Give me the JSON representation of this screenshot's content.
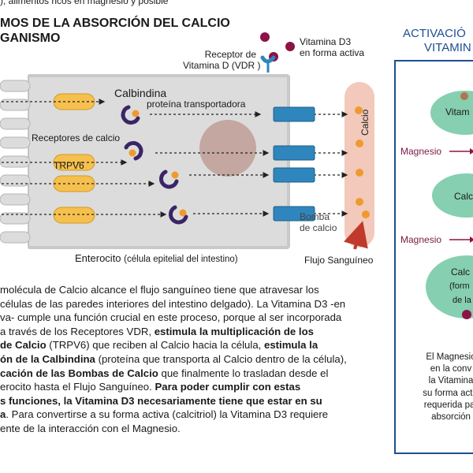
{
  "top_strip": "), alimentos ricos en magnesio y posible",
  "title": {
    "line1": "MOS DE LA ABSORCIÓN DEL CALCIO",
    "line2": "GANISMO"
  },
  "diagram": {
    "vitamin_d3": {
      "line1": "Vitamina D3",
      "line2": "en forma activa"
    },
    "vdr": {
      "line1": "Receptor de",
      "line2": "Vitamina D (VDR )"
    },
    "calbindina": {
      "name": "Calbindina",
      "desc": "proteína transportadora"
    },
    "receptores": "Receptores de calcio",
    "trpv6": "TRPV6",
    "calcio": "Calcio",
    "bomba": {
      "line1": "Bomba",
      "line2": "de calcio"
    },
    "enterocito": {
      "name": "Enterocito",
      "desc": "(célula epitelial del intestino)"
    },
    "flujo": "Flujo Sanguíneo"
  },
  "right_panel": {
    "title_line1": "ACTIVACIÓ",
    "title_line2": "VITAMIN",
    "magnesio_1": "Magnesio",
    "magnesio_2": "Magnesio",
    "ellipse1": "Vitam",
    "ellipse2": "Calc",
    "ellipse3": {
      "line1": "Calc",
      "line2": "(form",
      "line3": "de la"
    },
    "text": [
      "El Magnesio",
      "en la conv",
      "la Vitamina",
      "su forma activ",
      "requerida par",
      "absorción"
    ]
  },
  "paragraph": [
    "molécula de Calcio alcance el flujo sanguíneo tiene que atravesar los",
    "células de las paredes interiores del intestino delgado). La Vitamina D3 -en",
    "va- cumple una función crucial en este proceso, porque al ser incorporada",
    "a través de los Receptores VDR, |estimula la multiplicación de los",
    "|de Calcio| (TRPV6) que reciben al Calcio hacia la célula, |estimula la",
    "|ón de la Calbindina| (proteína que transporta al Calcio dentro de la célula),",
    "|cación de las Bombas de Calcio| que finalmente lo trasladan desde el",
    "erocito hasta el Flujo Sanguíneo. |Para poder cumplir con estas",
    "|s funciones, la Vitamina D3 necesariamente tiene que estar en su",
    "|a|. Para convertirse a su forma activa (calcitriol) la Vitamina D3 requiere",
    "ente de la interacción con el Magnesio."
  ],
  "colors": {
    "cell": "#dcdcdc",
    "cell_border": "#b5b5b5",
    "nucleus": "#c4a7a0",
    "receptor_yellow": "#f6c04e",
    "calbindina": "#3a2566",
    "calcium": "#ef9a2e",
    "pump": "#2f86bd",
    "blood": "#f2c9bb",
    "vitamin_dot": "#8b1346",
    "ellipse": "#86cfb0",
    "panel_border": "#1d4f91"
  }
}
